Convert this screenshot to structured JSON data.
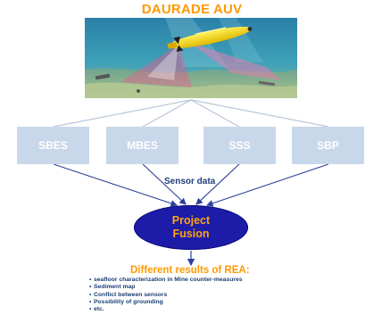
{
  "title": "DAURADE AUV",
  "sensors": [
    "SBES",
    "MBES",
    "SSS",
    "SBP"
  ],
  "sensor_data_label": "Sensor data",
  "fusion": {
    "line1": "Project",
    "line2": "Fusion"
  },
  "results_title": "Different results of REA:",
  "results": [
    "seafloor characterization in Mine counter-measures",
    "Sediment map",
    "Conflict between sensors",
    "Possibility of grounding",
    "etc."
  ],
  "colors": {
    "title": "#ff9900",
    "box_fill": "#c9d7ea",
    "ellipse_fill": "#1c1ca8",
    "fusion_text": "#ffa313",
    "arrow": "#2b3f9a"
  }
}
